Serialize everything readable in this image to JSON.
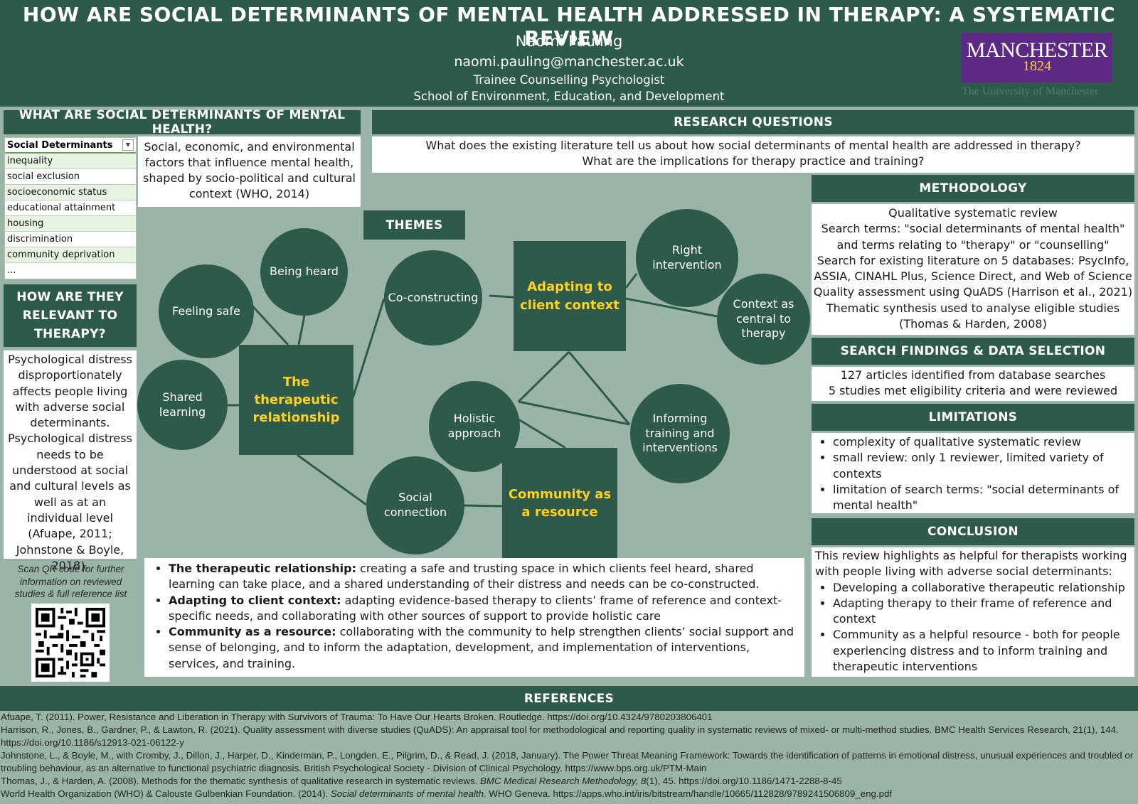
{
  "header": {
    "title": "HOW ARE SOCIAL DETERMINANTS OF MENTAL HEALTH ADDRESSED IN THERAPY: A SYSTEMATIC REVIEW",
    "author": "Naomi Pauling",
    "email": "naomi.pauling@manchester.ac.uk",
    "role": "Trainee Counselling Psychologist",
    "school": "School of Environment, Education, and Development"
  },
  "logo": {
    "name": "MANCHESTER",
    "year": "1824",
    "subtitle": "The University of Manchester"
  },
  "what_are": {
    "heading": "WHAT ARE SOCIAL DETERMINANTS OF MENTAL HEALTH?",
    "table_header": "Social Determinants",
    "items": [
      "inequality",
      "social exclusion",
      "socioeconomic status",
      "educational attainment",
      "housing",
      "discrimination",
      "community deprivation",
      "..."
    ],
    "definition": "Social, economic, and environmental factors that influence mental health, shaped by socio-political and cultural context (WHO, 2014)"
  },
  "relevant": {
    "heading": "HOW ARE THEY RELEVANT TO THERAPY?",
    "body": "Psychological distress disproportionately affects people living with adverse social determinants. Psychological distress needs to be understood at social and cultural levels as well as at an individual level (Afuape, 2011; Johnstone & Boyle, 2018).",
    "qr_caption": "Scan QR code for further information on reviewed studies & full reference list"
  },
  "research_questions": {
    "heading": "RESEARCH QUESTIONS",
    "q1": "What does the existing literature tell us about how social determinants of mental health are addressed in therapy?",
    "q2": "What are the implications for therapy practice and training?"
  },
  "themes": {
    "heading": "THEMES",
    "main": {
      "therapeutic": "The therapeutic relationship",
      "adapting": "Adapting to client context",
      "community": "Community as a resource"
    },
    "sub": {
      "feeling_safe": "Feeling safe",
      "being_heard": "Being heard",
      "shared_learning": "Shared learning",
      "co_constructing": "Co-constructing",
      "right_intervention": "Right intervention",
      "context_central": "Context as central to therapy",
      "holistic": "Holistic approach",
      "informing": "Informing training and interventions",
      "social_connection": "Social connection"
    },
    "descriptions": [
      {
        "label": "The therapeutic relationship:",
        "text": " creating a safe and trusting space in which clients feel heard, shared learning can take place, and a shared understanding of their distress and needs can be co-constructed."
      },
      {
        "label": "Adapting to client context:",
        "text": " adapting evidence-based therapy to clients’ frame of reference and context-specific needs, and collaborating with other sources of support to provide holistic care"
      },
      {
        "label": "Community as a resource:",
        "text": " collaborating with the community to help strengthen clients’ social support and sense of belonging, and to inform the adaptation, development, and implementation of interventions, services, and training."
      }
    ]
  },
  "methodology": {
    "heading": "METHODOLOGY",
    "lines": [
      "Qualitative systematic review",
      "Search terms: \"social determinants of mental health\" and terms relating to \"therapy\" or \"counselling\"",
      "Search for existing literature on 5 databases: PsycInfo, ASSIA, CINAHL Plus, Science Direct, and Web of Science",
      "Quality assessment using QuADS (Harrison et al., 2021)",
      "Thematic synthesis used to analyse eligible studies (Thomas & Harden, 2008)"
    ]
  },
  "search_findings": {
    "heading": "SEARCH FINDINGS & DATA SELECTION",
    "lines": [
      "127 articles identified from database searches",
      "5 studies met eligibility criteria and were reviewed"
    ]
  },
  "limitations": {
    "heading": "LIMITATIONS",
    "items": [
      "complexity of qualitative systematic review",
      "small review: only 1 reviewer, limited variety of contexts",
      "limitation of search terms: \"social determinants of mental health\""
    ]
  },
  "conclusion": {
    "heading": "CONCLUSION",
    "intro": "This review highlights as helpful for therapists working with people living with adverse social determinants:",
    "items": [
      "Developing a collaborative therapeutic relationship",
      "Adapting therapy to their frame of reference and context",
      "Community as a helpful resource - both for people experiencing distress and to inform training and therapeutic interventions"
    ]
  },
  "references": {
    "heading": "REFERENCES",
    "r1": "Afuape, T. (2011). Power, Resistance and Liberation in Therapy with Survivors of Trauma: To Have Our Hearts Broken. Routledge. https://doi.org/10.4324/9780203806401",
    "r2": "Harrison, R., Jones, B., Gardner, P., & Lawton, R. (2021). Quality assessment with diverse studies (QuADS): An appraisal tool for methodological and reporting quality in systematic reviews of mixed- or multi-method studies. BMC Health Services Research, 21(1), 144. https://doi.org/10.1186/s12913-021-06122-y",
    "r3": "Johnstone, L., & Boyle, M., with Cromby, J., Dillon, J., Harper, D., Kinderman, P., Longden, E., Pilgrim, D., & Read, J. (2018, January). The Power Threat Meaning Framework: Towards the identification of patterns in emotional distress, unusual experiences and troubled or troubling behaviour, as an alternative to functional psychiatric diagnosis. British Psychological Society - Division of Clinical Psychology. https://www.bps.org.uk/PTM-Main",
    "r4_a": "Thomas, J., & Harden, A. (2008). Methods for the thematic synthesis of qualitative research in systematic reviews. ",
    "r4_b": "BMC Medical Research Methodology, 8",
    "r4_c": "(1), 45. https://doi.org/10.1186/1471-2288-8-45",
    "r5_a": "World Health Organization (WHO) & Calouste Gulbenkian Foundation. (2014). ",
    "r5_b": "Social determinants of mental health.",
    "r5_c": " WHO Geneva. https://apps.who.int/iris/bitstream/handle/10665/112828/9789241506809_eng.pdf"
  },
  "colors": {
    "dark_green": "#2d5a4a",
    "bg_green": "#9ab5a8",
    "yellow": "#ffd21f",
    "purple": "#5c2a85"
  }
}
